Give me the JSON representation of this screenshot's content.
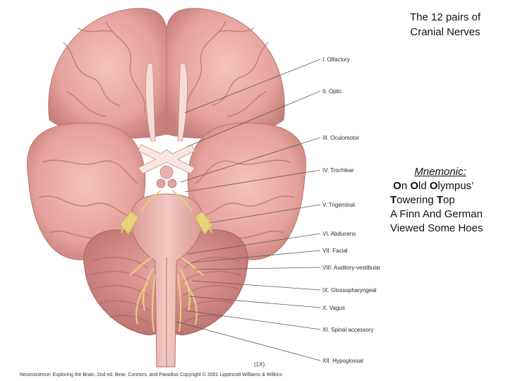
{
  "title": {
    "line1": "The 12 pairs of",
    "line2": "Cranial Nerves"
  },
  "mnemonic": {
    "heading": "Mnemonic:",
    "lines": [
      {
        "b1": "O",
        "t1": "n ",
        "b2": "O",
        "t2": "ld ",
        "b3": "O",
        "t3": "lympus’"
      },
      {
        "b1": "T",
        "t1": "owering ",
        "b2": "T",
        "t2": "op",
        "b3": "",
        "t3": ""
      },
      {
        "b1": "",
        "t1": "A Finn And German",
        "b2": "",
        "t2": "",
        "b3": "",
        "t3": ""
      },
      {
        "b1": "",
        "t1": "Viewed Some Hoes",
        "b2": "",
        "t2": "",
        "b3": "",
        "t3": ""
      }
    ]
  },
  "nerves": [
    "I. Olfactory",
    "II. Optic",
    "III. Oculomotor",
    "IV. Trochlear",
    "V. Trigeminal",
    "VI. Abducens",
    "VII. Facial",
    "VIII. Auditory-vestibular",
    "IX. Glossopharyngeal",
    "X. Vagus",
    "XI. Spinal accessory",
    "XII. Hypoglossal"
  ],
  "scale_text": "(1X)",
  "credit_text": "Neuroscience: Exploring the Brain, 2nd ed, Bear, Connors, and Paradiso Copyright © 2001 Lippincott Williams & Wilkins",
  "colors": {
    "brain": "#e7a6a0",
    "brain_dark": "#c77e7a",
    "nerve": "#e6d27a"
  }
}
